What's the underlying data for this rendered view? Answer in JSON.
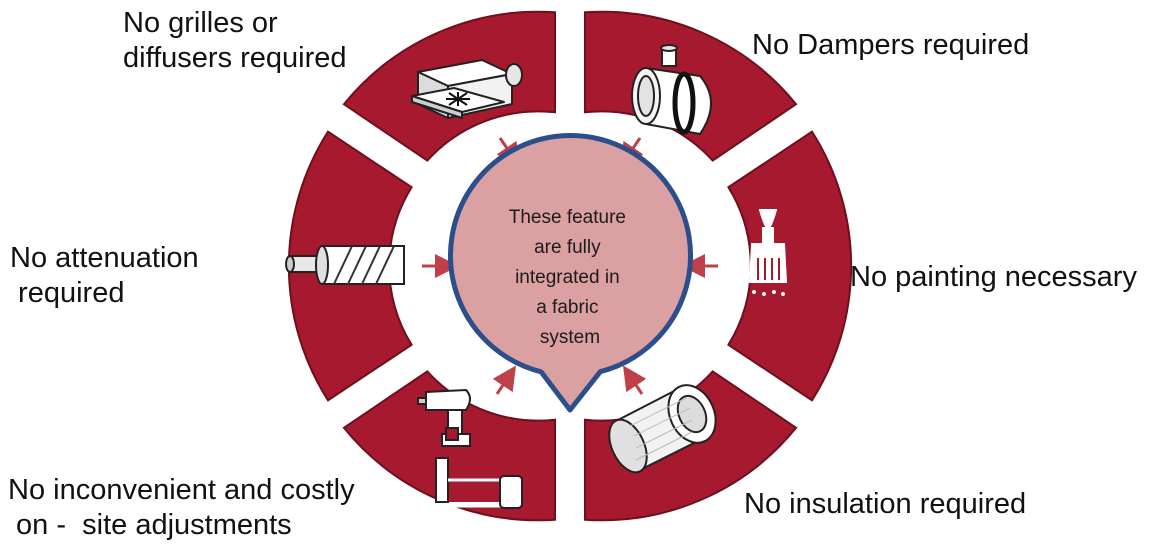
{
  "center": {
    "lines": [
      "These feature",
      "are fully",
      "integrated in",
      "a fabric",
      "system"
    ]
  },
  "labels": {
    "grilles": "No grilles or\ndiffusers required",
    "dampers": "No Dampers required",
    "attenuation": "No attenuation\n required",
    "painting": "No painting necessary",
    "adjustments": "No inconvenient and costly\n on -  site adjustments",
    "insulation": "No insulation required"
  },
  "icons": {
    "grilles": "diffuser-icon",
    "dampers": "damper-icon",
    "attenuation": "attenuator-icon",
    "painting": "paint-brush-icon",
    "adjustments": "drill-and-saw-icon",
    "insulation": "insulated-duct-icon"
  },
  "colors": {
    "segment": "#a6192e",
    "segment_border": "#6e0f1e",
    "arrow": "#c0404a",
    "bubble_fill": "#dba0a2",
    "bubble_border": "#2c4f8c"
  }
}
